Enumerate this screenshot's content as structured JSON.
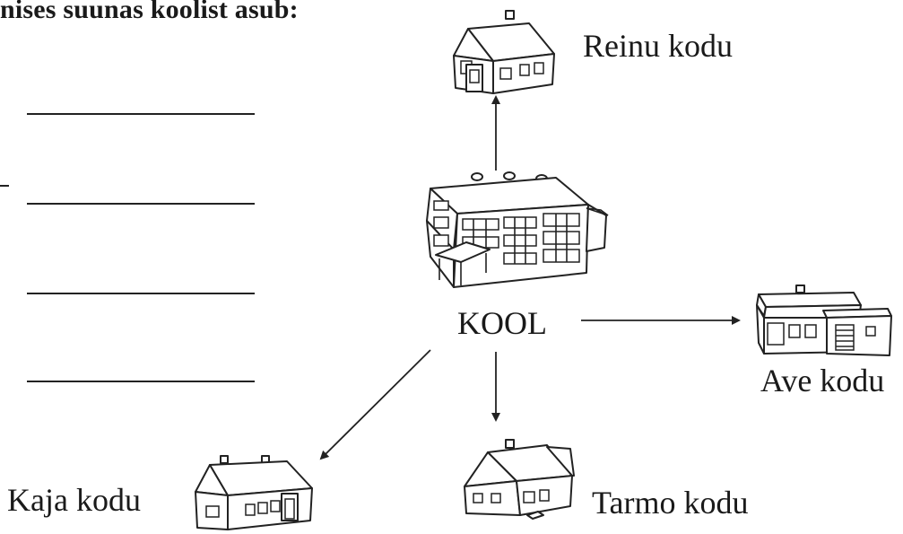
{
  "task": {
    "heading": "nises suunas koolist asub:"
  },
  "labels": {
    "reinu": "Reinu kodu",
    "school": "KOOL",
    "ave": "Ave kodu",
    "kaja": "Kaja kodu",
    "tarmo": "Tarmo kodu"
  },
  "icons": {
    "reinu": "house-icon",
    "school": "school-building-icon",
    "ave": "flat-roof-house-with-garage-icon",
    "kaja": "long-house-icon",
    "tarmo": "house-with-extension-icon"
  }
}
